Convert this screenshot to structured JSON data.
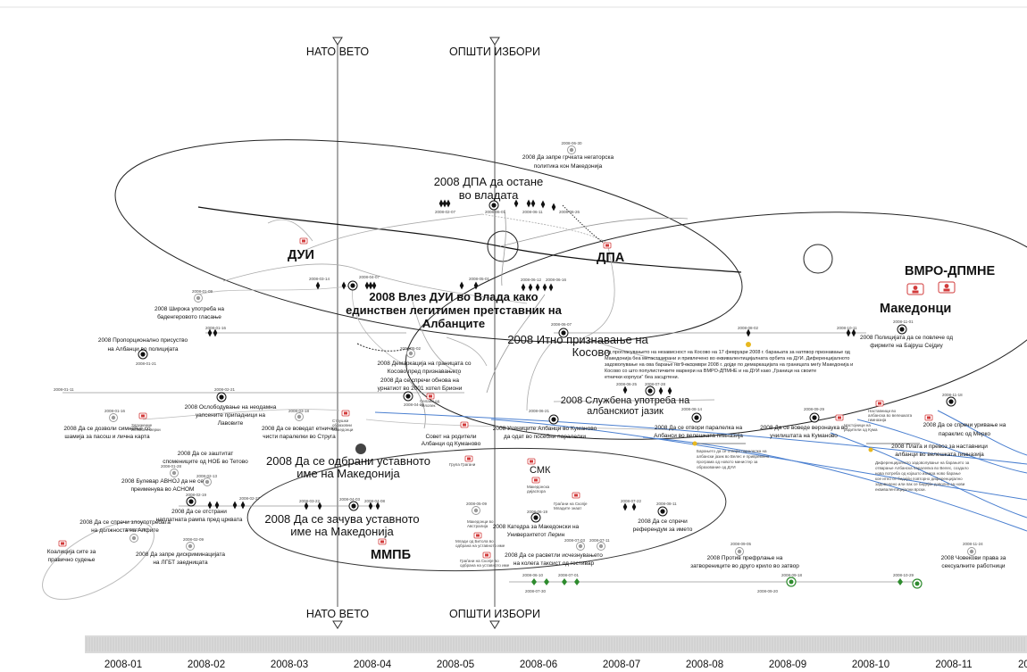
{
  "markers": {
    "nato_top": "НАТО ВЕТО",
    "elections_top": "ОПШТИ ИЗБОРИ",
    "nato_bottom": "НАТО ВЕТО",
    "elections_bottom": "ОПШТИ ИЗБОРИ"
  },
  "actors": {
    "dui": "ДУИ",
    "dpa": "ДПА",
    "vmro": "ВМРО-ДПМНЕ",
    "makedonci": "Македонци",
    "mmpb": "ММПБ",
    "smk": "СМК"
  },
  "events": {
    "dpa_gov": [
      "2008 ДПА да остане",
      "во владата"
    ],
    "dui_gov": [
      "2008 Влез ДУИ во Влада како",
      "единствен легитимен претставник на",
      "Албанците"
    ],
    "greek_policy": [
      "2008 Да запре грчката негаторска",
      "политика кон Македонија"
    ],
    "kosovo": [
      "2008 Итно признавање на",
      "Косово"
    ],
    "kosovo_note": [
      "Од прогласувањето на независност на Косово на 17 февруари 2008 г. барањата за натпвор признавање од",
      "Македонија беа метастазирани и привлечено во еквивалентицијалната орбита на ДУИ. Диференцијалното",
      "задоволување на ова барање на 9 октомври 2008 г. дојде по демаркацијата на границата меѓу Македонија и",
      "Косово со што популистичките маркери на ВМРО-ДПМНЕ и на ДУИ како „Граници на своите",
      "етнички корпуси“ беа засцртени."
    ],
    "flag_usage": [
      "2008 Широка употреба на",
      "баденгеровото гласање"
    ],
    "proportional": [
      "2008 Пропорционално присуство",
      "на Албанци во полицијата"
    ],
    "demarcation": [
      "2008 Демаркација на границата со",
      "Косово пред признавањето"
    ],
    "brioni": [
      "2008 Да се спречи обнова на",
      "урнатиот во 2001 хотел Бриони"
    ],
    "liberation": [
      "2008 Ослободување на неодамна",
      "уапсените припадници на",
      "Лавовите"
    ],
    "shkab": [
      "2008 Да се дозволи симнење со",
      "шамија за пасош и лична карта"
    ],
    "ethnic_parallels": [
      "2008 Да се воведат етнички",
      "чисти паралелки во Струга"
    ],
    "official_use": [
      "2008 Службена употреба на",
      "албанскиот јазик"
    ],
    "kumanovo_students": [
      "2008 Учениците Албанци во Куманово",
      "да одат во посебни паралелки"
    ],
    "open_parallel": [
      "2008 Да се отвори паралелка на",
      "Албанси во велешката гимназија"
    ],
    "religious_edu": [
      "2008 Да се воведе веронаука во",
      "училиштата на Куманово"
    ],
    "police_bairush": [
      "2008 Полицијата да се повлече од",
      "фирмите на Бајруш Сејдиу"
    ],
    "merko": [
      "2008 Да се спречи уривање на",
      "параклис од Мерко"
    ],
    "teachers": [
      "2008 Плата и превоз за наставници",
      "албанци во велешката гимназија"
    ],
    "name_defended": [
      "2008 Да се одбрани уставното",
      "име на Македонија"
    ],
    "name_kept": [
      "2008  Да се зачува уставното",
      "име на Македонија"
    ],
    "partisans": [
      "2008 Да се заштитат",
      "спомениците од НОБ во Тетово"
    ],
    "avnoj": [
      "2008 Булевар АВНОЈ да не се",
      "преименува во АСНОМ"
    ],
    "ramp": [
      "2008 Да се отстрани",
      "наплатната рампа пред црквата"
    ],
    "alfi": [
      "2008 Да се спречи злоупотребата",
      "на должноста на Алфите"
    ],
    "lgbt": [
      "2008 Да запре дискриминацијата",
      "на ЛГБТ заедницата"
    ],
    "referendum": [
      "2008 Да се спречи",
      "референдум за името"
    ],
    "lerin": [
      "2008 Катедра за Македонски на",
      "Универзитетот Лерин"
    ],
    "taxi": [
      "2008 Да се расветли исчезнувањето",
      "на колега таксист од гостивар"
    ],
    "prisoners": [
      "2008 Против префрлање на",
      "затворениците во друго крило во затвор"
    ],
    "sex_workers": [
      "2008 Човекови права за",
      "сексуалните работници"
    ],
    "coalition": [
      "Коалиција сите за",
      "правично судење"
    ]
  },
  "notes": {
    "sovet_kumanovo": [
      "Совет на родители",
      "Албанци од Куманово"
    ],
    "group_grgani": "Група Грагани",
    "diaspora": [
      "Македонска",
      "дијаспора"
    ],
    "young_skopje": [
      "Граѓани на Скопје",
      "Младите знаат"
    ],
    "young_bitola": [
      "Млади од Битола во",
      "одбрана на уставното име"
    ],
    "greece_macedonians": [
      "Македонци во",
      "Австралија"
    ],
    "skopje_citizens": [
      "Граѓани на Скопје во",
      "одбрана на уставното име"
    ],
    "religious_strug": [
      "Струшки",
      "образовни",
      "Македонци"
    ],
    "zdruzenie": [
      "Здружение",
      "Истина и мерки"
    ],
    "sepino": [
      "Селани од",
      "Челопек"
    ],
    "kumanovo_parents_note": [
      "Настојници на",
      "родители од Кума"
    ],
    "velesh_note": [
      "Наставници во",
      "албанска во велешката",
      "гимназија"
    ],
    "diff_note": [
      "Диференцијалното задоволување на барањето за",
      "отварање Албанска паралелка во Велес, создало",
      "нова потреба од којашто извира ново барање",
      "кое итно се бидејќи повторно диференцијално",
      "задоволено или пак се бидејќи доволно за нови",
      "еквивалентицијални врски."
    ],
    "velesh_program": [
      "Барањето да се отвори паралелка на",
      "албански јазик во Велес е привремено",
      "програма од новото министер за",
      "образование од ДУИ"
    ],
    "short_note": "2008-09-20"
  },
  "dates": {
    "greek_policy": "2008-06-30",
    "dpa_left": "2008-02-07",
    "dpa_mid": "2008-06-01",
    "dpa_right": "2008-06-11",
    "dpa_far": "2008-06-26",
    "dui_a": "2008-03-14",
    "dui_b": "2008-04-07",
    "dui_c": "2008-05-01",
    "dui_d": "2008-06-12",
    "dui_e": "2008-06-16",
    "flag": "2008-01-09",
    "prop": "2008-01-16",
    "prop2": "2008-01-21",
    "kosovo": "2008-06-07",
    "kosovo2": "2008-08-02",
    "kosovo3": "2008-10-11",
    "bairush": "2008-11-01",
    "demarc": "2008-05-02",
    "brioni": "2008-04-29",
    "liberation": "2008-02-21",
    "official_a": "2008-07-28",
    "official_b": "2008-06-25",
    "shkab": "2008-01-16",
    "ethnic": "2008-03-18",
    "ethnic2": "2008-01-11",
    "kumanovo": "2008-06-21",
    "open": "2008-08-14",
    "religious": "2008-09-29",
    "merko": "2008-11-18",
    "partisans": "2008-01-28",
    "avnoj": "2008-02-13",
    "ramp": "2008-02-19",
    "ramp2": "2008-02-27",
    "name_a": "2008-03-22",
    "name_b": "2008-04-03",
    "name_c": "2008-04-08",
    "alfi": "2008-01-28",
    "lgbt": "2008-02-09",
    "referendum": "2008-07-22",
    "referendum2": "2008-08-11",
    "lerin": "2008-06-19",
    "lerin2": "2008-05-09",
    "taxi_a": "2008-07-03",
    "taxi_b": "2008-07-11",
    "prisoners": "2008-09-05",
    "sex": "2008-11-24",
    "green_a": "2008-06-10",
    "green_b": "2008-07-01",
    "green_c": "2008-09-18",
    "green_d": "2008-10-29",
    "cluster": "2008-07-30",
    "sepino": "2008-04-26"
  },
  "timeline": {
    "months": [
      "2008-01",
      "2008-02",
      "2008-03",
      "2008-04",
      "2008-05",
      "2008-06",
      "2008-07",
      "2008-08",
      "2008-09",
      "2008-10",
      "2008-11",
      "20"
    ]
  },
  "colors": {
    "line": "#222222",
    "light_line": "#bbbbbb",
    "blue": "#4a7fd0",
    "green": "#2e8b2e",
    "red": "#d23a3a",
    "yellow": "#e8b820",
    "ruler": "#d9d9d9"
  },
  "icons": [
    "triangle-marker-icon",
    "diamond-node-icon",
    "ring-node-icon",
    "flag-icon",
    "person-badge-icon"
  ]
}
